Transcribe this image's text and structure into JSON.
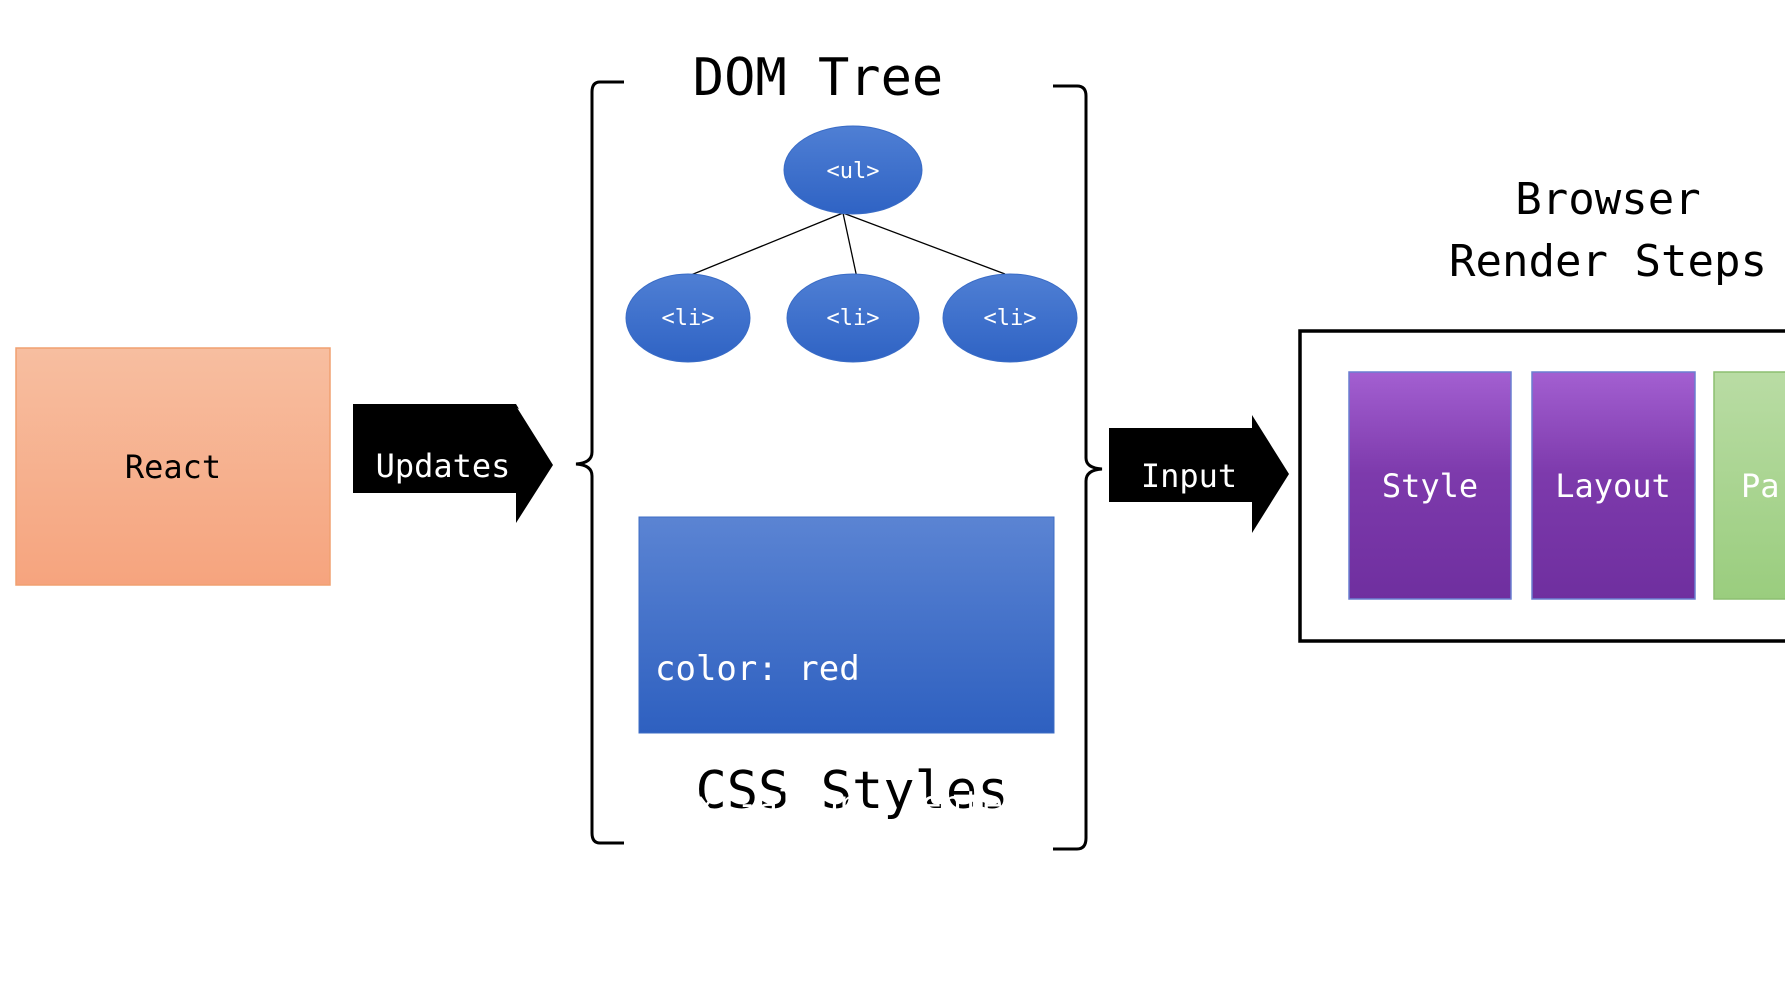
{
  "react": {
    "label": "React"
  },
  "arrows": {
    "updates": "Updates",
    "input": "Input"
  },
  "dom": {
    "title": "DOM Tree",
    "root": "<ul>",
    "children": [
      "<li>",
      "<li>",
      "<li>"
    ]
  },
  "css": {
    "title": "CSS Styles",
    "lines": [
      "color: red",
      "text-align: center",
      "..."
    ]
  },
  "browser": {
    "title_line1": "Browser",
    "title_line2": "Render Steps",
    "steps": [
      "Style",
      "Layout",
      "Pa"
    ]
  },
  "colors": {
    "react_top": "#f7bea0",
    "react_bottom": "#f6a47e",
    "node_top": "#4f7fd4",
    "node_bottom": "#2f63c4",
    "css_top": "#5b84d3",
    "css_bottom": "#2e60c0",
    "purple_top": "#a35fd1",
    "purple_bottom": "#7030a0",
    "green_top": "#b9dca4",
    "green_bottom": "#9acd7e"
  }
}
